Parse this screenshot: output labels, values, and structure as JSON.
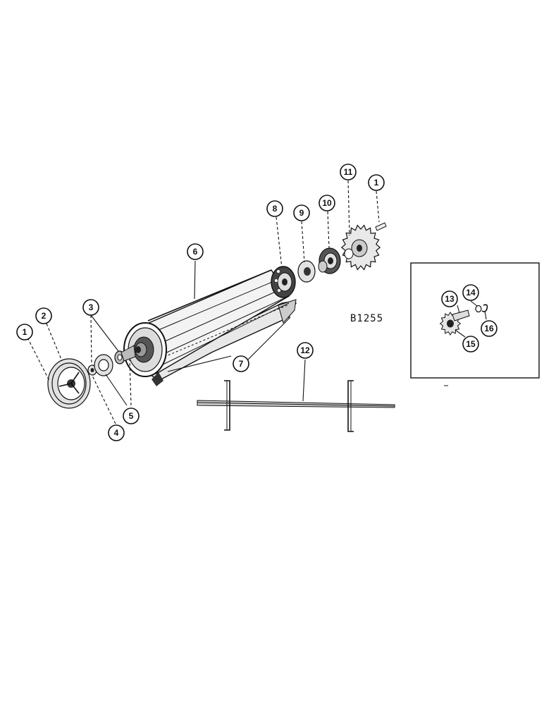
{
  "figure": {
    "reference_code": "B1255",
    "callouts": [
      {
        "id": "c1a",
        "label": "1"
      },
      {
        "id": "c2",
        "label": "2"
      },
      {
        "id": "c3",
        "label": "3"
      },
      {
        "id": "c4",
        "label": "4"
      },
      {
        "id": "c5",
        "label": "5"
      },
      {
        "id": "c6",
        "label": "6"
      },
      {
        "id": "c7",
        "label": "7"
      },
      {
        "id": "c8",
        "label": "8"
      },
      {
        "id": "c9",
        "label": "9"
      },
      {
        "id": "c10",
        "label": "10"
      },
      {
        "id": "c11",
        "label": "11"
      },
      {
        "id": "c1b",
        "label": "1"
      },
      {
        "id": "c12",
        "label": "12"
      },
      {
        "id": "c13",
        "label": "13"
      },
      {
        "id": "c14",
        "label": "14"
      },
      {
        "id": "c15",
        "label": "15"
      },
      {
        "id": "c16",
        "label": "16"
      }
    ]
  }
}
